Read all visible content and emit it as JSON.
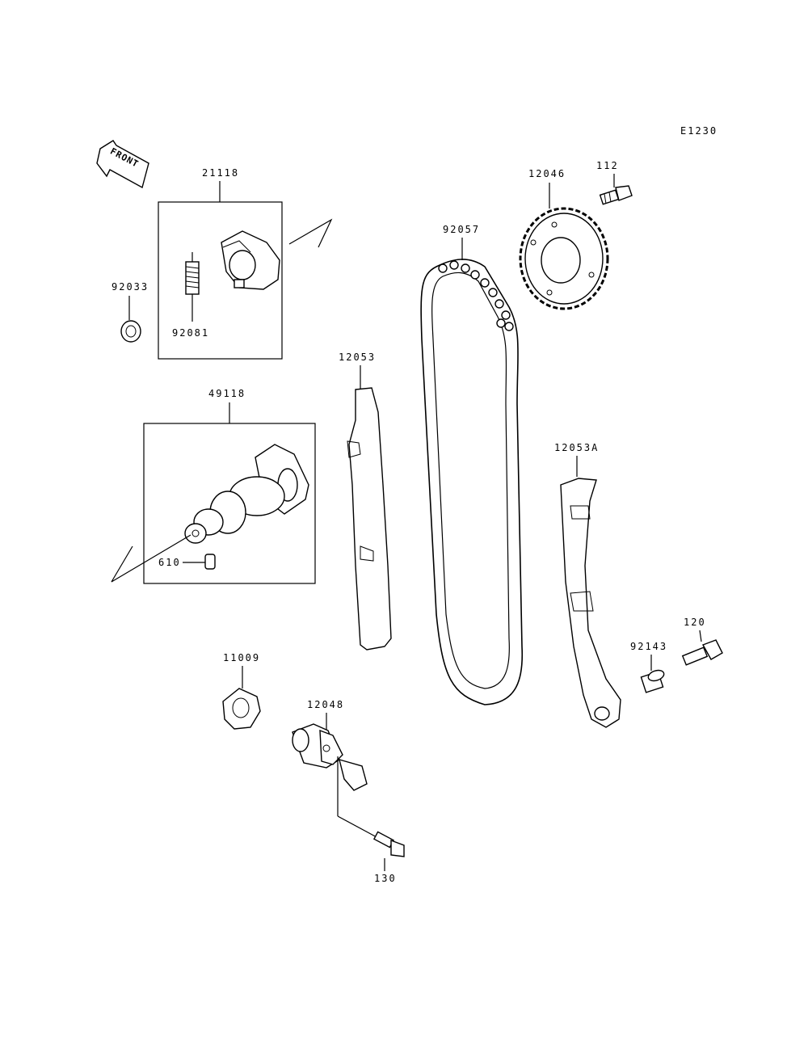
{
  "diagram_code": "E1230",
  "front_label": "FRONT",
  "parts": {
    "p21118": "21118",
    "p92033": "92033",
    "p92081": "92081",
    "p49118": "49118",
    "p610": "610",
    "p12053": "12053",
    "p92057": "92057",
    "p12046": "12046",
    "p112": "112",
    "p12053A": "12053A",
    "p120": "120",
    "p92143": "92143",
    "p11009": "11009",
    "p12048": "12048",
    "p130": "130"
  }
}
